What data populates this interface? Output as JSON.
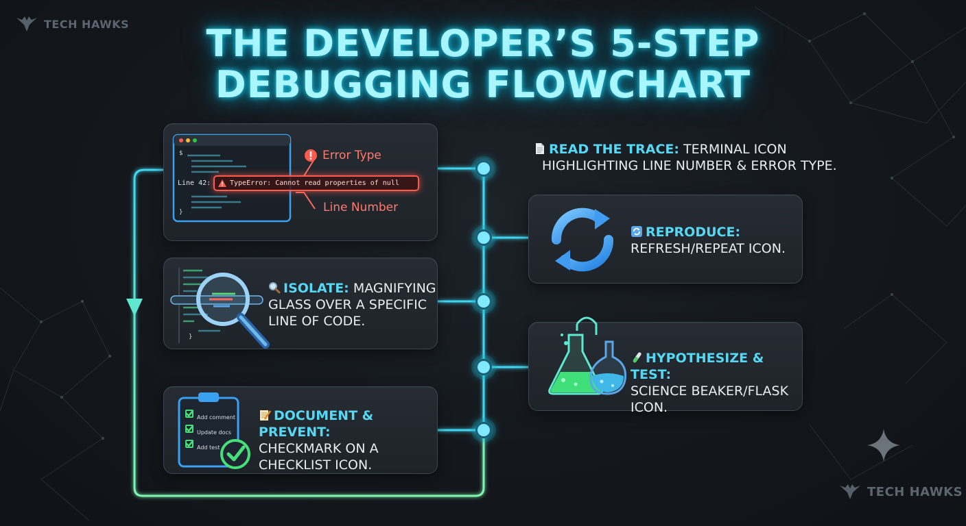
{
  "brand": {
    "name": "TECH HAWKS"
  },
  "title": {
    "line1": "THE DEVELOPER’S 5-STEP",
    "line2": "DEBUGGING FLOWCHART"
  },
  "steps": {
    "read_trace": {
      "heading": "READ THE TRACE:",
      "desc_line1": "TERMINAL ICON",
      "desc_line2": "HIGHLIGHTING LINE NUMBER & ERROR TYPE.",
      "terminal": {
        "prompt": "$",
        "line_label": "Line 42:",
        "error_text": "TypeError: Cannot read properties of null",
        "closing": "}"
      },
      "callout_error_type": "Error Type",
      "callout_line_number": "Line Number"
    },
    "reproduce": {
      "heading": "REPRODUCE:",
      "desc": "REFRESH/REPEAT ICON."
    },
    "isolate": {
      "heading": "ISOLATE:",
      "desc_line1": "MAGNIFYING",
      "desc_line2": "GLASS OVER A SPECIFIC",
      "desc_line3": "LINE OF CODE.",
      "closing": "}"
    },
    "hypothesize": {
      "heading": "HYPOTHESIZE & TEST:",
      "desc_line1": "SCIENCE BEAKER/FLASK",
      "desc_line2": "ICON."
    },
    "document": {
      "heading": "DOCUMENT & PREVENT:",
      "desc_line1": "CHECKMARK ON A",
      "desc_line2": "CHECKLIST ICON.",
      "checklist": [
        "Add comment",
        "Update docs",
        "Add test"
      ]
    }
  },
  "colors": {
    "accent": "#56d8f5",
    "flow_cyan": "#3fd6f0",
    "flow_green": "#7ef5b0",
    "error_red": "#ff6b5e",
    "background": "#14181d"
  },
  "icons": [
    "hawk-logo-icon",
    "document-icon",
    "refresh-icon",
    "magnifier-icon",
    "test-tube-icon",
    "memo-icon",
    "sparkle-icon",
    "warning-icon",
    "alert-circle-icon",
    "clipboard-icon",
    "checkmark-icon",
    "flask-icon"
  ]
}
